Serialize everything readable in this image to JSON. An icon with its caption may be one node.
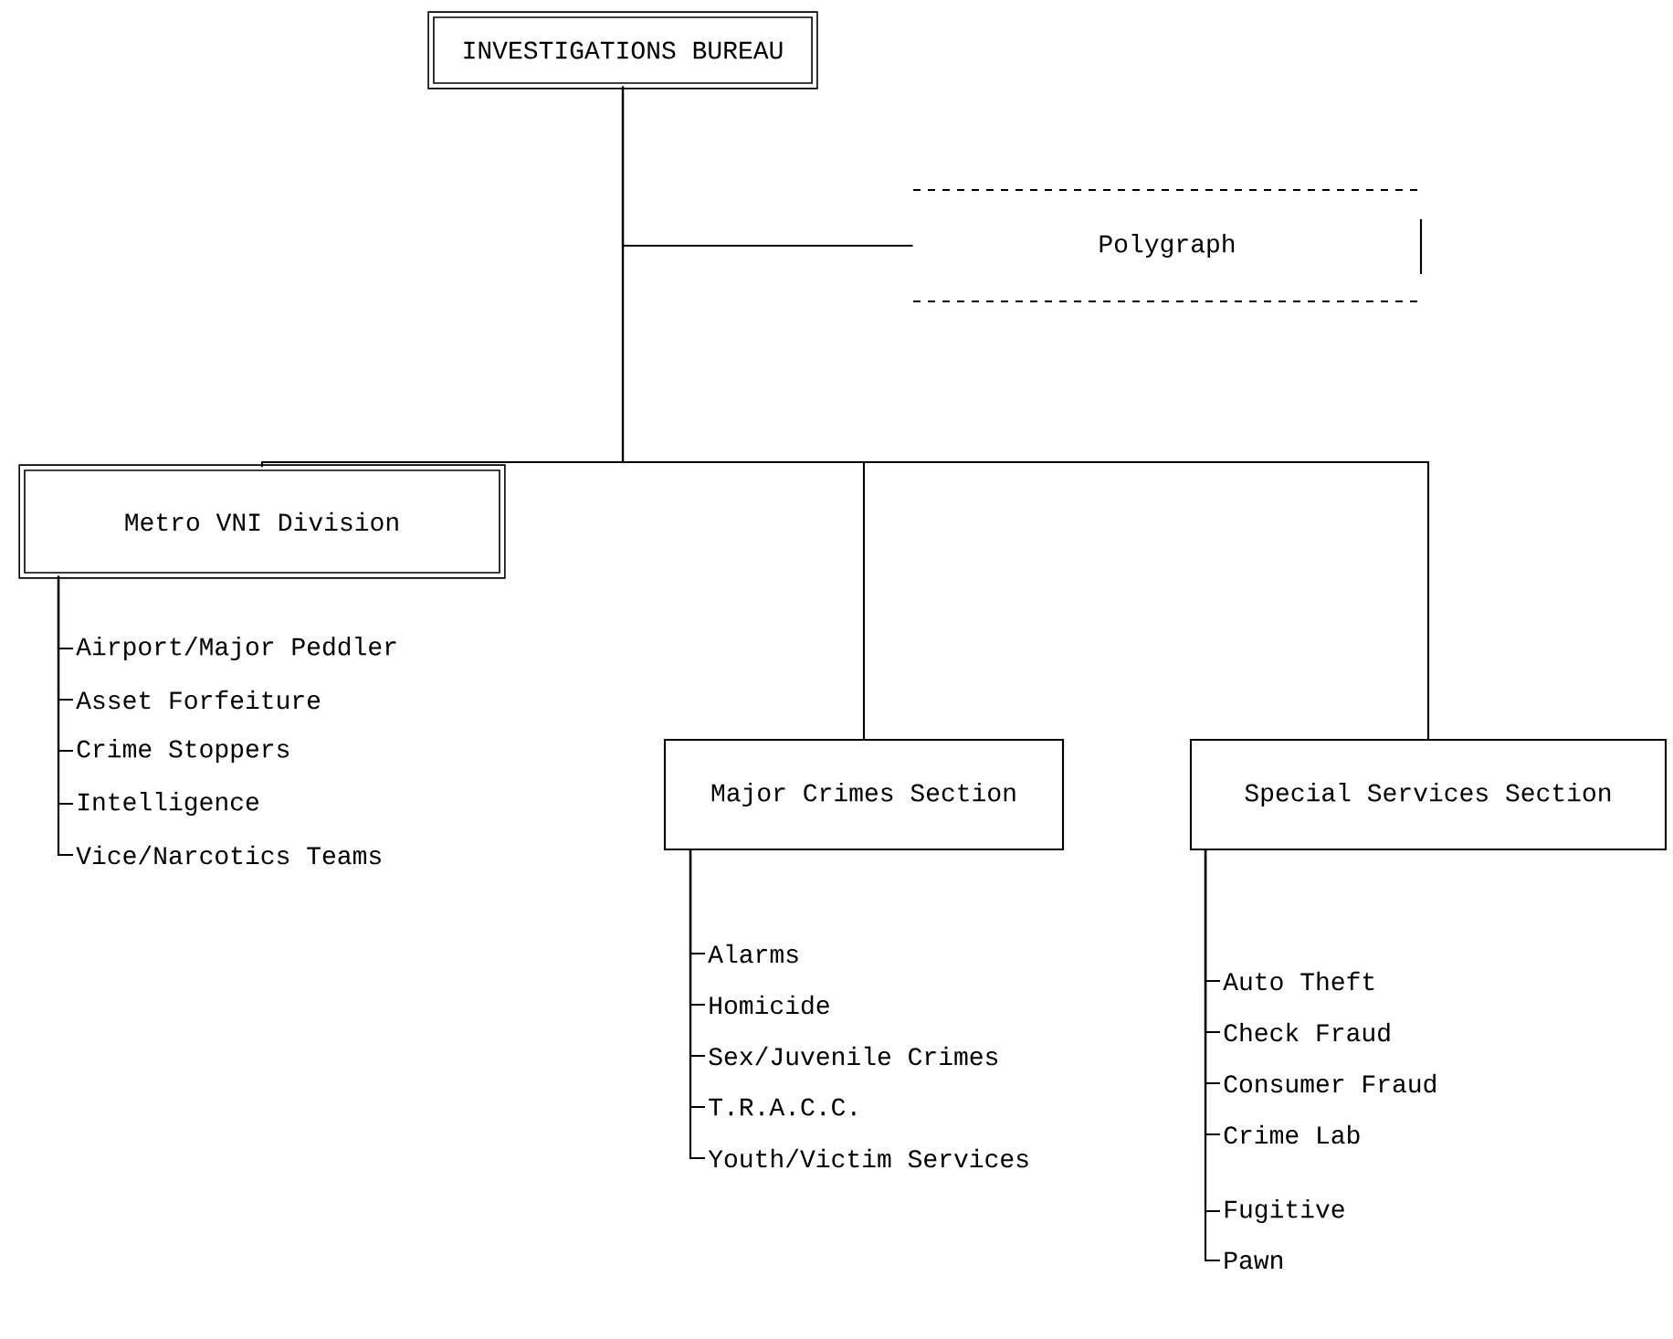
{
  "diagram": {
    "nodes": [
      {
        "text": [
          "INVESTIGATIONS BUREAU"
        ]
      },
      {
        "text": [
          "Polygraph"
        ]
      },
      {
        "text": [
          "Metro VNI Division"
        ]
      },
      {
        "text": [
          "Major Crimes Section"
        ]
      },
      {
        "text": [
          "Special Services Section"
        ]
      },
      {
        "text": [
          "Airport/Major Peddler"
        ]
      },
      {
        "text": [
          "Asset Forfeiture"
        ]
      },
      {
        "text": [
          "Crime Stoppers"
        ]
      },
      {
        "text": [
          "Intelligence"
        ]
      },
      {
        "text": [
          "Vice/Narcotics Teams"
        ]
      },
      {
        "text": [
          "Alarms"
        ]
      },
      {
        "text": [
          "Homicide"
        ]
      },
      {
        "text": [
          "Sex/Juvenile Crimes"
        ]
      },
      {
        "text": [
          "T.R.A.C.C."
        ]
      },
      {
        "text": [
          "Youth/Victim Services"
        ]
      },
      {
        "text": [
          "Auto Theft"
        ]
      },
      {
        "text": [
          "Check Fraud"
        ]
      },
      {
        "text": [
          "Consumer Fraud"
        ]
      },
      {
        "text": [
          "Crime Lab"
        ]
      },
      {
        "text": [
          "Fugitive"
        ]
      },
      {
        "text": [
          "Pawn"
        ]
      }
    ],
    "edges": [
      {
        "from": 0,
        "to": 1,
        "arrow": "none"
      },
      {
        "from": 0,
        "to": 2,
        "arrow": "none"
      },
      {
        "from": 0,
        "to": 3,
        "arrow": "none"
      },
      {
        "from": 0,
        "to": 4,
        "arrow": "none"
      },
      {
        "from": 2,
        "to": 5,
        "arrow": "none"
      },
      {
        "from": 2,
        "to": 6,
        "arrow": "none"
      },
      {
        "from": 2,
        "to": 7,
        "arrow": "none"
      },
      {
        "from": 2,
        "to": 8,
        "arrow": "none"
      },
      {
        "from": 2,
        "to": 9,
        "arrow": "none"
      },
      {
        "from": 3,
        "to": 10,
        "arrow": "none"
      },
      {
        "from": 3,
        "to": 11,
        "arrow": "none"
      },
      {
        "from": 3,
        "to": 12,
        "arrow": "none"
      },
      {
        "from": 3,
        "to": 13,
        "arrow": "none"
      },
      {
        "from": 3,
        "to": 14,
        "arrow": "none"
      },
      {
        "from": 4,
        "to": 15,
        "arrow": "none"
      },
      {
        "from": 4,
        "to": 16,
        "arrow": "none"
      },
      {
        "from": 4,
        "to": 17,
        "arrow": "none"
      },
      {
        "from": 4,
        "to": 18,
        "arrow": "none"
      },
      {
        "from": 4,
        "to": 19,
        "arrow": "none"
      },
      {
        "from": 4,
        "to": 20,
        "arrow": "none"
      }
    ]
  }
}
